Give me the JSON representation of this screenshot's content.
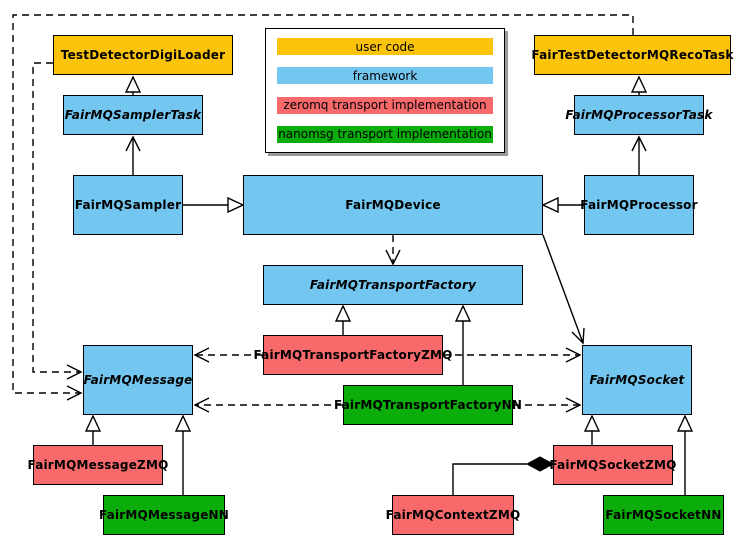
{
  "diagram": {
    "kind": "uml-class-diagram",
    "palette": {
      "user_code": "#FCC30B",
      "framework": "#73C6F0",
      "zeromq": "#F8696B",
      "nanomsg": "#0AAD0A",
      "border": "#000000",
      "background": "#FFFFFF"
    },
    "legend": {
      "items": [
        {
          "label": "user code",
          "color": "#FCC30B"
        },
        {
          "label": "framework",
          "color": "#73C6F0"
        },
        {
          "label": "zeromq transport implementation",
          "color": "#F8696B"
        },
        {
          "label": "nanomsg transport implementation",
          "color": "#0AAD0A"
        }
      ]
    },
    "nodes": {
      "testDetectorDigiLoader": {
        "label": "TestDetectorDigiLoader",
        "category": "user code",
        "abstract": false
      },
      "fairTestDetectorMQRecoTask": {
        "label": "FairTestDetectorMQRecoTask",
        "category": "user code",
        "abstract": false
      },
      "fairMQSamplerTask": {
        "label": "FairMQSamplerTask",
        "category": "framework",
        "abstract": true
      },
      "fairMQProcessorTask": {
        "label": "FairMQProcessorTask",
        "category": "framework",
        "abstract": true
      },
      "fairMQSampler": {
        "label": "FairMQSampler",
        "category": "framework",
        "abstract": false
      },
      "fairMQDevice": {
        "label": "FairMQDevice",
        "category": "framework",
        "abstract": false
      },
      "fairMQProcessor": {
        "label": "FairMQProcessor",
        "category": "framework",
        "abstract": false
      },
      "fairMQTransportFactory": {
        "label": "FairMQTransportFactory",
        "category": "framework",
        "abstract": true
      },
      "fairMQTransportFactoryZMQ": {
        "label": "FairMQTransportFactoryZMQ",
        "category": "zeromq transport implementation",
        "abstract": false
      },
      "fairMQTransportFactoryNN": {
        "label": "FairMQTransportFactoryNN",
        "category": "nanomsg transport implementation",
        "abstract": false
      },
      "fairMQMessage": {
        "label": "FairMQMessage",
        "category": "framework",
        "abstract": true
      },
      "fairMQSocket": {
        "label": "FairMQSocket",
        "category": "framework",
        "abstract": true
      },
      "fairMQMessageZMQ": {
        "label": "FairMQMessageZMQ",
        "category": "zeromq transport implementation",
        "abstract": false
      },
      "fairMQMessageNN": {
        "label": "FairMQMessageNN",
        "category": "nanomsg transport implementation",
        "abstract": false
      },
      "fairMQSocketZMQ": {
        "label": "FairMQSocketZMQ",
        "category": "zeromq transport implementation",
        "abstract": false
      },
      "fairMQSocketNN": {
        "label": "FairMQSocketNN",
        "category": "nanomsg transport implementation",
        "abstract": false
      },
      "fairMQContextZMQ": {
        "label": "FairMQContextZMQ",
        "category": "zeromq transport implementation",
        "abstract": false
      }
    }
  }
}
